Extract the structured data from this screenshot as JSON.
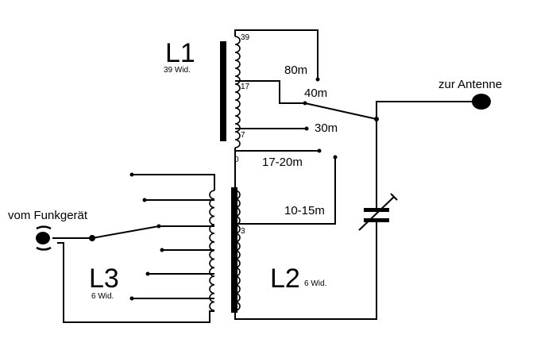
{
  "coils": {
    "l1": {
      "name": "L1",
      "turns": "39 Wid."
    },
    "l2": {
      "name": "L2",
      "turns": "6 Wid."
    },
    "l3": {
      "name": "L3",
      "turns": "6 Wid."
    }
  },
  "taps": {
    "t39": "39",
    "t17": "17",
    "t7": "7",
    "t0": "0",
    "t3": "3"
  },
  "bands": {
    "b80": "80m",
    "b40": "40m",
    "b30": "30m",
    "b17": "17-20m",
    "b10": "10-15m"
  },
  "connectors": {
    "antenna": "zur Antenne",
    "radio": "vom Funkgerät"
  }
}
